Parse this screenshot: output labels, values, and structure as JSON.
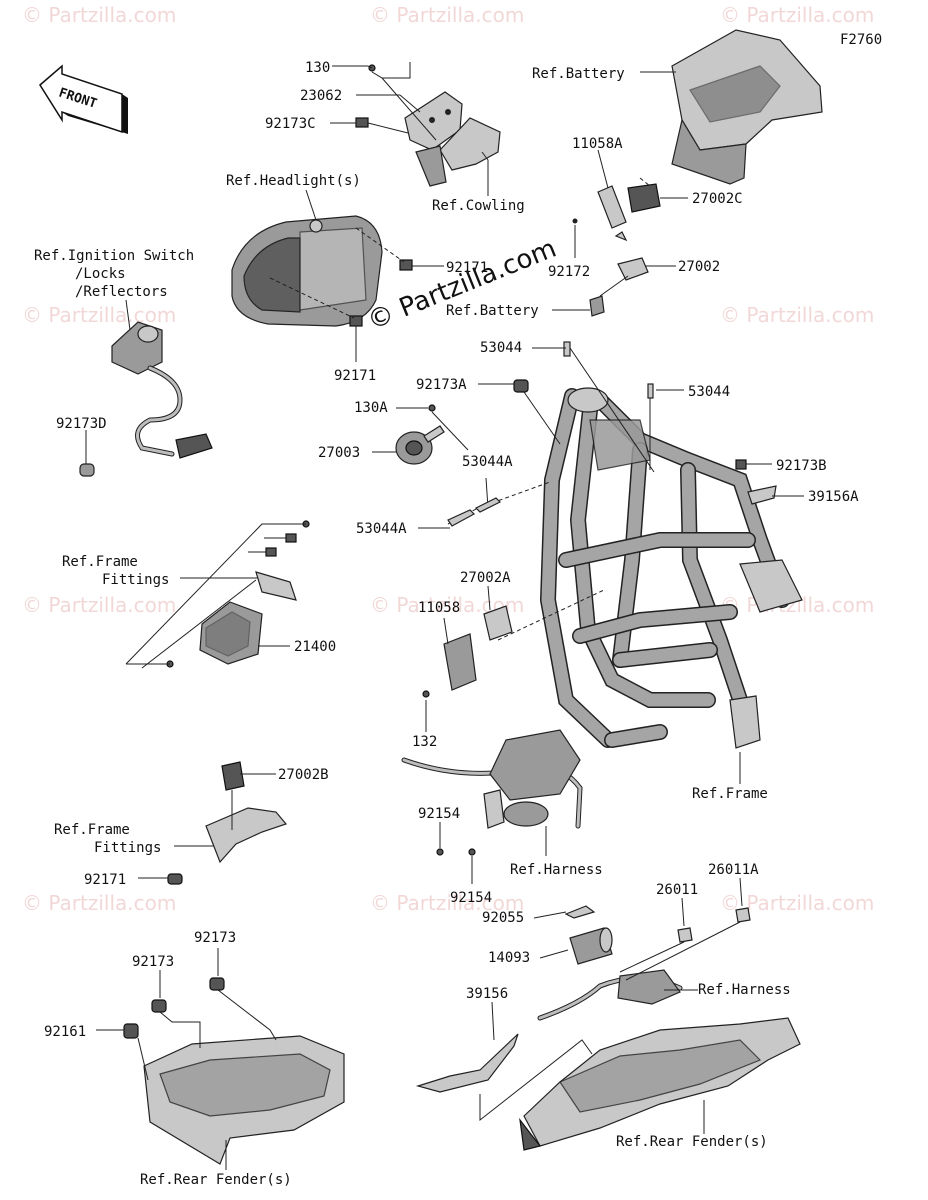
{
  "diagram": {
    "code": "F2760",
    "front_label": "FRONT",
    "watermark": "© Partzilla.com",
    "center_watermark": "© Partzilla.com",
    "labels": {
      "p130": "130",
      "p23062": "23062",
      "p92173C": "92173C",
      "ref_cowling": "Ref.Cowling",
      "ref_battery_top": "Ref.Battery",
      "p11058A": "11058A",
      "p27002C": "27002C",
      "p92172": "92172",
      "p27002": "27002",
      "ref_battery_mid": "Ref.Battery",
      "ref_headlight": "Ref.Headlight(s)",
      "p92171_a": "92171",
      "p92171_b": "92171",
      "ref_ignition_1": "Ref.Ignition Switch",
      "ref_ignition_2": "/Locks",
      "ref_ignition_3": "/Reflectors",
      "p92173D": "92173D",
      "p53044_top": "53044",
      "p92173A": "92173A",
      "p53044_right": "53044",
      "p130A": "130A",
      "p27003": "27003",
      "p53044A_1": "53044A",
      "p92173B": "92173B",
      "p39156A": "39156A",
      "p53044A_2": "53044A",
      "ref_frame_fittings_a1": "Ref.Frame",
      "ref_frame_fittings_a2": "Fittings",
      "p21400": "21400",
      "p27002A": "27002A",
      "p11058": "11058",
      "p132": "132",
      "ref_frame": "Ref.Frame",
      "p27002B": "27002B",
      "ref_frame_fittings_b1": "Ref.Frame",
      "ref_frame_fittings_b2": "Fittings",
      "p92171_c": "92171",
      "p92154_a": "92154",
      "p92154_b": "92154",
      "ref_harness_a": "Ref.Harness",
      "p26011A": "26011A",
      "p26011": "26011",
      "p92055": "92055",
      "p14093": "14093",
      "ref_harness_b": "Ref.Harness",
      "p92173_a": "92173",
      "p92173_b": "92173",
      "p92161": "92161",
      "p39156": "39156",
      "ref_rear_fender_left": "Ref.Rear Fender(s)",
      "ref_rear_fender_right": "Ref.Rear Fender(s)"
    }
  }
}
